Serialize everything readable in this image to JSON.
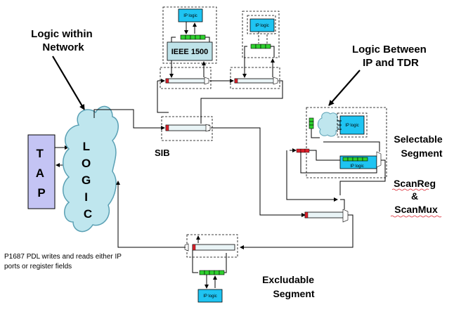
{
  "labels": {
    "logic_within_network": [
      "Logic within",
      "Network"
    ],
    "logic_between": [
      "Logic Between",
      "IP and TDR"
    ],
    "selectable": [
      "Selectable",
      "Segment"
    ],
    "scanreg": [
      "ScanReg",
      "&",
      "ScanMux"
    ],
    "excludable": [
      "Excludable",
      "Segment"
    ],
    "sib": "SIB",
    "ieee": "IEEE 1500",
    "tap": [
      "T",
      "A",
      "P"
    ],
    "logic": [
      "L",
      "O",
      "G",
      "I",
      "C"
    ],
    "pdl_note": [
      "P1687 PDL writes and reads either IP",
      "ports or register fields"
    ],
    "ip_logic": "IP logic"
  },
  "colors": {
    "ip_block": "#1fc4f2",
    "tap_fill": "#c4c4f4",
    "cloud_fill": "#bfe6ee",
    "ieee_fill": "#bfe3e9",
    "segment_bits": "#2ed12e",
    "sib_bit": "#d9202a"
  }
}
